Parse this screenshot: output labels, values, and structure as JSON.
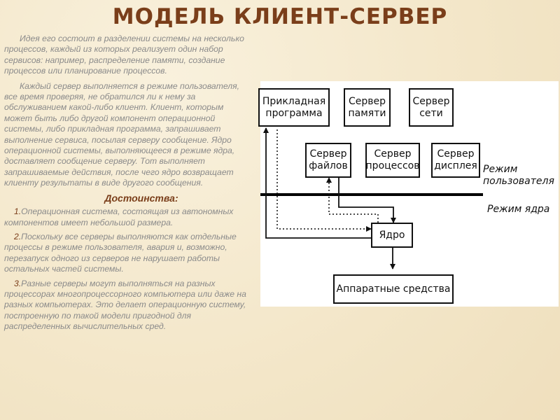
{
  "slide": {
    "title": "МОДЕЛЬ КЛИЕНТ-СЕРВЕР",
    "paragraphs": [
      "Идея его состоит в разделении системы на несколько процессов, каждый из которых реализует один набор сервисов: например, распределение памяти, создание процессов или планирование процессов.",
      "Каждый сервер выполняется в режиме пользователя, все время проверяя, не обратился ли к нему за обслуживанием какой-либо клиент. Клиент, которым может быть либо другой компонент операционной системы, либо прикладная программа, запрашивает выполнение сервиса, посылая серверу сообщение. Ядро операционной системы, выполняющееся в режиме ядра, доставляет сообщение серверу. Тот выполняет запрашиваемые действия, после чего ядро возвращает клиенту результаты в виде другого сообщения."
    ],
    "advantages_title": "Достоинства:",
    "advantages": [
      {
        "num": "1.",
        "text": "Операционная система, состоящая из автономных компонентов имеет небольшой размера."
      },
      {
        "num": "2.",
        "text": "Поскольку все серверы выполняются как отдельные процессы в режиме пользователя, авария и, возможно, перезапуск одного из серверов не нарушает работы остальных частей системы."
      },
      {
        "num": "3.",
        "text": "Разные серверы могут выполняться на разных процессорах многопроцессорного компьютера или даже на разных компьютерах. Это делает операционную систему, построенную по такой модели пригодной для распределенных вычислительных сред."
      }
    ]
  },
  "diagram": {
    "app_program": "Прикладная программа",
    "memory_server": "Сервер памяти",
    "network_server": "Сервер сети",
    "file_server": "Сервер файлов",
    "process_server": "Сервер процессов",
    "display_server": "Сервер дисплея",
    "user_mode": "Режим пользователя",
    "kernel_mode": "Режим ядра",
    "kernel": "Ядро",
    "hardware": "Аппаратные средства"
  }
}
